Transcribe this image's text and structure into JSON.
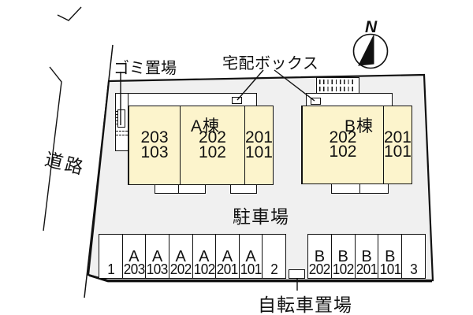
{
  "site_plan": {
    "labels": {
      "road": "道路",
      "garbage_area": "ゴミ置場",
      "delivery_box": "宅配ボックス",
      "parking_lot": "駐車場",
      "bicycle_parking": "自転車置場"
    },
    "compass": {
      "north": "N"
    },
    "buildings": [
      {
        "name": "A棟",
        "cells": [
          {
            "upper": "203",
            "lower": "103"
          },
          {
            "upper": "202",
            "lower": "102"
          },
          {
            "upper": "201",
            "lower": "101"
          }
        ]
      },
      {
        "name": "B棟",
        "cells": [
          {
            "upper": "202",
            "lower": "102"
          },
          {
            "upper": "201",
            "lower": "101"
          }
        ]
      }
    ],
    "parking": {
      "left_block": [
        {
          "letter": "",
          "number": "1"
        },
        {
          "letter": "A",
          "number": "203"
        },
        {
          "letter": "A",
          "number": "103"
        },
        {
          "letter": "A",
          "number": "202"
        },
        {
          "letter": "A",
          "number": "102"
        },
        {
          "letter": "A",
          "number": "201"
        },
        {
          "letter": "A",
          "number": "101"
        },
        {
          "letter": "",
          "number": "2"
        }
      ],
      "right_block": [
        {
          "letter": "B",
          "number": "202"
        },
        {
          "letter": "B",
          "number": "102"
        },
        {
          "letter": "B",
          "number": "201"
        },
        {
          "letter": "B",
          "number": "101"
        },
        {
          "letter": "",
          "number": "3"
        }
      ]
    },
    "colors": {
      "site_fill": "#f0f0f0",
      "building_fill": "#fcf4cc",
      "line_color": "#111111",
      "background": "#ffffff"
    }
  }
}
